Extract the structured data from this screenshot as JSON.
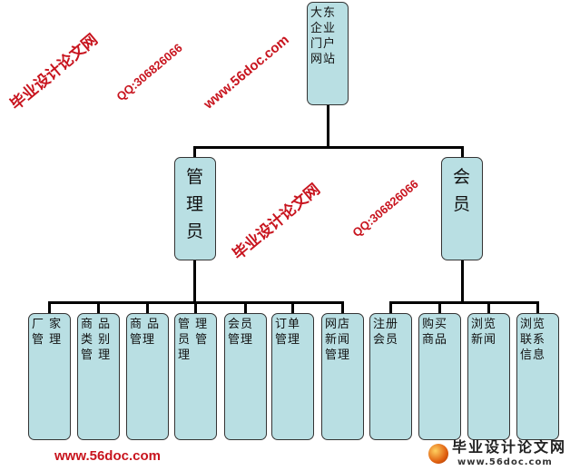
{
  "root": {
    "label": "大东企业门户网站"
  },
  "roles": [
    {
      "label": "管理员",
      "children": [
        "厂 家管 理",
        "商 品类 别管 理",
        "商 品管理",
        "管 理员 管理",
        "会员管理",
        "订单管理",
        "网店新闻管理"
      ]
    },
    {
      "label": "会员",
      "children": [
        "注册会员",
        "购买商品",
        "浏览新闻",
        "浏览联系信息"
      ]
    }
  ],
  "watermarks": {
    "site": "www.56doc.com",
    "name": "毕业设计论文网",
    "qq": "QQ:306826066"
  },
  "logo": {
    "name": "毕业设计论文网",
    "url": "www.56doc.com"
  },
  "colors": {
    "box_fill": "#b9dfe3",
    "watermark": "#c8141e"
  }
}
